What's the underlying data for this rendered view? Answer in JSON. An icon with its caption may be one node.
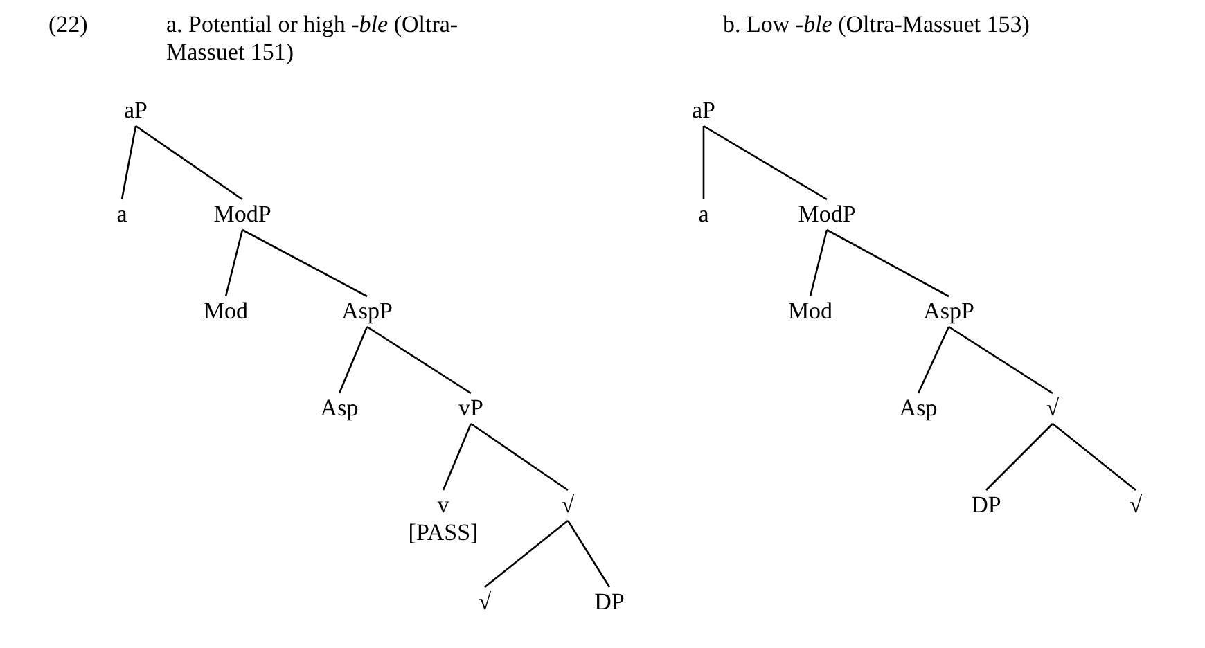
{
  "diagram": {
    "nodes": [
      {
        "text": [
          "aP"
        ]
      },
      {
        "text": [
          "a"
        ]
      },
      {
        "text": [
          "ModP"
        ]
      },
      {
        "text": [
          "Mod"
        ]
      },
      {
        "text": [
          "AspP"
        ]
      },
      {
        "text": [
          "Asp"
        ]
      },
      {
        "text": [
          "vP"
        ]
      },
      {
        "text": [
          "v",
          "[PASS]"
        ]
      },
      {
        "text": [
          "√"
        ]
      },
      {
        "text": [
          "√"
        ]
      },
      {
        "text": [
          "DP"
        ]
      },
      {
        "text": [
          "aP"
        ]
      },
      {
        "text": [
          "a"
        ]
      },
      {
        "text": [
          "ModP"
        ]
      },
      {
        "text": [
          "Mod"
        ]
      },
      {
        "text": [
          "AspP"
        ]
      },
      {
        "text": [
          "Asp"
        ]
      },
      {
        "text": [
          "√"
        ]
      },
      {
        "text": [
          "DP"
        ]
      },
      {
        "text": [
          "√"
        ]
      }
    ],
    "edges": [
      {
        "from": 0,
        "to": 1,
        "arrow": "none"
      },
      {
        "from": 0,
        "to": 2,
        "arrow": "none"
      },
      {
        "from": 2,
        "to": 3,
        "arrow": "none"
      },
      {
        "from": 2,
        "to": 4,
        "arrow": "none"
      },
      {
        "from": 4,
        "to": 5,
        "arrow": "none"
      },
      {
        "from": 4,
        "to": 6,
        "arrow": "none"
      },
      {
        "from": 6,
        "to": 7,
        "arrow": "none"
      },
      {
        "from": 6,
        "to": 8,
        "arrow": "none"
      },
      {
        "from": 8,
        "to": 9,
        "arrow": "none"
      },
      {
        "from": 8,
        "to": 10,
        "arrow": "none"
      },
      {
        "from": 11,
        "to": 12,
        "arrow": "none"
      },
      {
        "from": 11,
        "to": 13,
        "arrow": "none"
      },
      {
        "from": 13,
        "to": 14,
        "arrow": "none"
      },
      {
        "from": 13,
        "to": 15,
        "arrow": "none"
      },
      {
        "from": 15,
        "to": 16,
        "arrow": "none"
      },
      {
        "from": 15,
        "to": 17,
        "arrow": "none"
      },
      {
        "from": 17,
        "to": 18,
        "arrow": "none"
      },
      {
        "from": 17,
        "to": 19,
        "arrow": "none"
      }
    ],
    "labels": [
      "(22)",
      "a. Potential or high -*ble* (Oltra-Massuet 151)",
      "b. Low -*ble* (Oltra-Massuet 153)"
    ]
  }
}
